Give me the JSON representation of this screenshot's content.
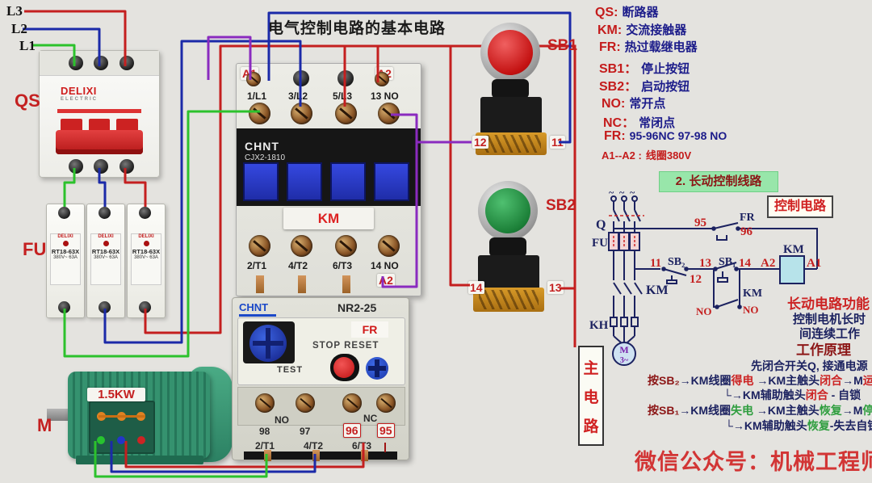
{
  "title": "电气控制电路的基本电路",
  "footer": "微信公众号：机械工程师",
  "phases": {
    "l3": "L3",
    "l2": "L2",
    "l1": "L1"
  },
  "breaker": {
    "label": "QS",
    "brand": "DELIXI",
    "brand_sub": "ELECTRIC"
  },
  "fuses": {
    "label": "FU",
    "brand": "DELIXI",
    "model": "RT18-63X",
    "rating": "380V~ 63A"
  },
  "motor": {
    "label": "M",
    "power": "1.5KW"
  },
  "contactor": {
    "brand": "CHNT",
    "model": "CJX2-1810",
    "coil_tag": "KM",
    "a1": "A1",
    "a2_top": "A2",
    "a2_bottom": "A2",
    "top_terminals": [
      "1/L1",
      "3/L2",
      "5/L3",
      "13 NO"
    ],
    "bottom_terminals": [
      "2/T1",
      "4/T2",
      "6/T3",
      "14 NO"
    ]
  },
  "relay": {
    "brand": "CHNT",
    "model": "NR2-25",
    "tag": "FR",
    "stop_reset": "STOP RESET",
    "test": "TEST",
    "no": "NO",
    "nc": "NC",
    "t98": "98",
    "t97": "97",
    "t96": "96",
    "t95": "95",
    "bottom_terminals": [
      "2/T1",
      "4/T2",
      "6/T3"
    ]
  },
  "sb1": {
    "label": "SB1",
    "t_left": "12",
    "t_right": "11"
  },
  "sb2": {
    "label": "SB2",
    "t_left": "14",
    "t_right": "13"
  },
  "legend": {
    "rows": [
      {
        "key": "QS:",
        "value": "断路器"
      },
      {
        "key": "KM:",
        "value": "交流接触器"
      },
      {
        "key": "FR:",
        "value": "热过载继电器"
      },
      {
        "key": "SB1：",
        "value": "停止按钮"
      },
      {
        "key": "SB2：",
        "value": "启动按钮"
      },
      {
        "key": "NO:",
        "value": "常开点"
      },
      {
        "key": "NC：",
        "value": "常闭点"
      },
      {
        "key": "FR:",
        "value": "95-96NC  97-98 NO"
      },
      {
        "key": "A1--A2 :",
        "value": "线圈380V"
      }
    ]
  },
  "schematic": {
    "title": "2. 长动控制线路",
    "control_box": "控制电路",
    "main_box": {
      "c1": "主",
      "c2": "电",
      "c3": "路"
    },
    "tilde": "~",
    "q": "Q",
    "fu": "FU",
    "km_main": "KM",
    "kh": "KH",
    "motor": "M",
    "motor_sub": "3~",
    "fr": "FR",
    "n95": "95",
    "n96": "96",
    "n11": "11",
    "n12": "12",
    "n13": "13",
    "n14": "14",
    "sb2": "SB₂",
    "sb1": "SB₁",
    "km_aux": "KM",
    "no_left": "NO",
    "no_right": "NO",
    "a2": "A2",
    "a1": "A1",
    "km_coil": "KM"
  },
  "notes": {
    "func_title": "长动电路功能",
    "func_l1": "控制电机长时",
    "func_l2": "间连续工作",
    "principle_title": "工作原理",
    "intro": "先闭合开关Q, 接通电源",
    "lines": [
      {
        "segments": [
          {
            "t": "按SB₂",
            "c": "#8c1616"
          },
          {
            "t": "→KM线圈",
            "c": "#1c2260"
          },
          {
            "t": "得电",
            "c": "#cc2424"
          },
          {
            "t": "  →KM主触头",
            "c": "#1c2260"
          },
          {
            "t": "闭合",
            "c": "#cc2424"
          },
          {
            "t": "→M",
            "c": "#1c2260"
          },
          {
            "t": "运转",
            "c": "#cc2424"
          }
        ]
      },
      {
        "segments": [
          {
            "t": "└→KM辅助触头",
            "c": "#1c2260"
          },
          {
            "t": "闭合",
            "c": "#cc2424"
          },
          {
            "t": " - 自锁",
            "c": "#1c2260"
          }
        ]
      },
      {
        "segments": [
          {
            "t": "按SB₁",
            "c": "#8c1616"
          },
          {
            "t": "→KM线圈",
            "c": "#1c2260"
          },
          {
            "t": "失电",
            "c": "#2f9e3f"
          },
          {
            "t": "  →KM主触头",
            "c": "#1c2260"
          },
          {
            "t": "恢复",
            "c": "#2f9e3f"
          },
          {
            "t": "→M",
            "c": "#1c2260"
          },
          {
            "t": "停转",
            "c": "#2f9e3f"
          }
        ]
      },
      {
        "segments": [
          {
            "t": "└→KM辅助触头",
            "c": "#1c2260"
          },
          {
            "t": "恢复",
            "c": "#2f9e3f"
          },
          {
            "t": "-失去自锁",
            "c": "#1c2260"
          }
        ]
      }
    ]
  },
  "colors": {
    "wire_red": "#c41f1f",
    "wire_blue": "#1b2aa8",
    "wire_green": "#2cc22c",
    "wire_purple": "#8a2bbf",
    "schematic_line": "#1c2260",
    "accent_red": "#c42020",
    "legend_navy": "#1c1c8a",
    "coil_fill": "#b7e3ea"
  }
}
